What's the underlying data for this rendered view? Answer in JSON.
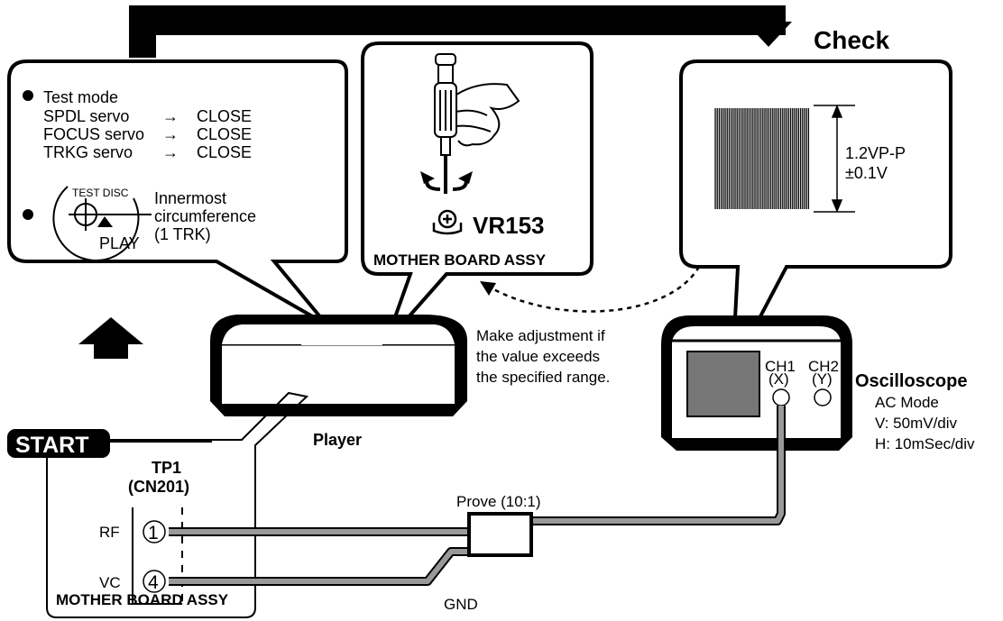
{
  "check": "Check",
  "test_mode": {
    "title": "Test mode",
    "rows": [
      {
        "name": "SPDL servo",
        "arrow": "→",
        "state": "CLOSE"
      },
      {
        "name": "FOCUS servo",
        "arrow": "→",
        "state": "CLOSE"
      },
      {
        "name": "TRKG servo",
        "arrow": "→",
        "state": "CLOSE"
      }
    ],
    "disc_label": "TEST DISC",
    "play_label": "PLAY",
    "position": [
      "Innermost",
      "circumference",
      "(1 TRK)"
    ]
  },
  "adjust": {
    "part": "VR153",
    "board": "MOTHER BOARD ASSY"
  },
  "waveform": {
    "amplitude": "1.2VP-P",
    "tolerance": "±0.1V"
  },
  "note": [
    "Make adjustment if",
    "the value exceeds",
    "the specified range."
  ],
  "player_label": "Player",
  "oscilloscope": {
    "title": "Oscilloscope",
    "ch1": [
      "CH1",
      "(X)"
    ],
    "ch2": [
      "CH2",
      "(Y)"
    ],
    "settings": [
      "AC Mode",
      "V: 50mV/div",
      "H: 10mSec/div"
    ]
  },
  "start": "START",
  "test_point": {
    "title": [
      "TP1",
      "(CN201)"
    ],
    "pins": [
      {
        "label": "RF",
        "number": "1"
      },
      {
        "label": "VC",
        "number": "4"
      }
    ],
    "board": "MOTHER BOARD ASSY"
  },
  "probe": "Prove (10:1)",
  "gnd": "GND",
  "colors": {
    "line": "#000000",
    "cable": "#999999",
    "screen": "#777777"
  },
  "icons": [
    "screwdriver-hand-icon",
    "rotate-arrows-icon",
    "potentiometer-icon",
    "disc-icon"
  ]
}
